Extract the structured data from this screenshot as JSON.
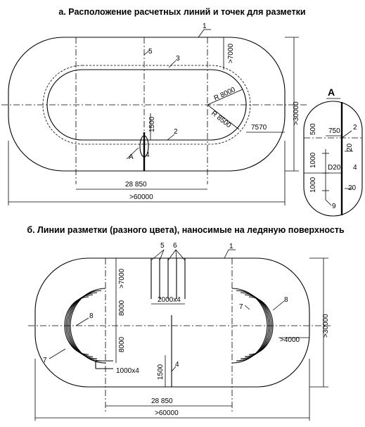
{
  "panel_a": {
    "title": "а. Расположение расчетных линий и точек для разметки",
    "callouts": {
      "c1": "1",
      "c2": "2",
      "c3": "3",
      "c4": "4",
      "c5": "5"
    },
    "dims": {
      "d7000": ">7000",
      "d1500": "1500",
      "r8000": "R 8000",
      "r8500": "R 8500",
      "d7570": "7570",
      "d30000": ">30000",
      "d28850": "28 850",
      "d60000": ">60000"
    },
    "point_label": "A"
  },
  "detail_a": {
    "title": "A",
    "d500": "500",
    "d750": "750",
    "c2": "2",
    "d20a": "20",
    "d1000a": "1000",
    "d20dia": "D20",
    "c4": "4",
    "d1000b": "1000",
    "d20b": "20",
    "c9": "9"
  },
  "panel_b": {
    "title": "б. Линии разметки (разного цвета), наносимые на ледяную поверхность",
    "callouts": {
      "c1": "1",
      "c5": "5",
      "c6": "6",
      "c4": "4",
      "c7l": "7",
      "c8l": "8",
      "c7r": "7",
      "c8r": "8"
    },
    "dims": {
      "d7000": ">7000",
      "d8000a": "8000",
      "d8000b": "8000",
      "d2000x4": "2000x4",
      "d1000x4": "1000x4",
      "d1500": "1500",
      "d4000": ">4000",
      "d30000": ">30000",
      "d28850": "28 850",
      "d60000": ">60000"
    }
  }
}
